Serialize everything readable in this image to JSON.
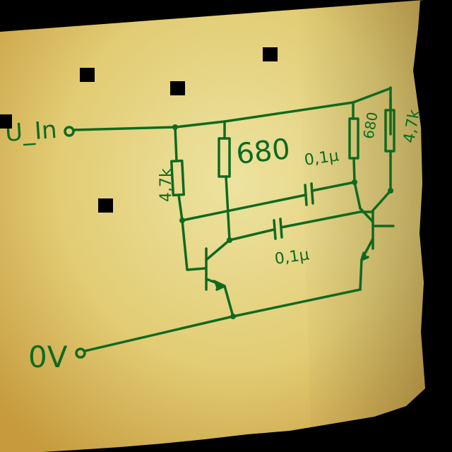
{
  "diagram": {
    "terminals": {
      "input": "U_In",
      "ground": "0V"
    },
    "components": {
      "r_left_base": "4,7k",
      "r_left_collector": "680",
      "r_right_collector": "680",
      "r_right_base": "4,7k",
      "c_top": "0,1µ",
      "c_bottom": "0,1µ"
    },
    "colors": {
      "ink": "#0f6a20",
      "paper": "#e8d27a"
    }
  }
}
